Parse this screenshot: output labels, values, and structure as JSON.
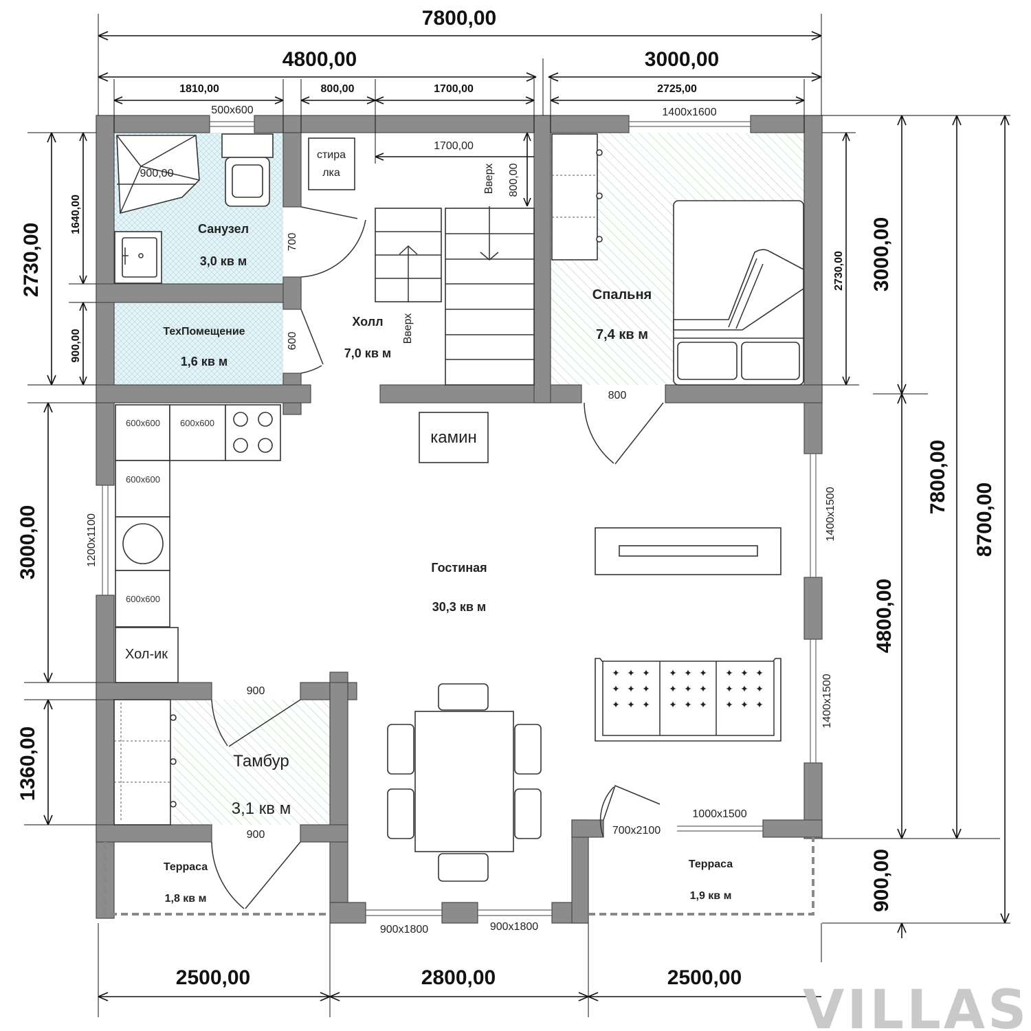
{
  "rooms": {
    "bathroom": {
      "name": "Санузел",
      "area": "3,0 кв м"
    },
    "utility": {
      "name": "ТехПомещение",
      "area": "1,6 кв м"
    },
    "hall": {
      "name": "Холл",
      "area": "7,0 кв м"
    },
    "bedroom": {
      "name": "Спальня",
      "area": "7,4 кв м"
    },
    "living": {
      "name": "Гостиная",
      "area": "30,3 кв м"
    },
    "vestibule": {
      "name": "Тамбур",
      "area": "3,1 кв м"
    },
    "terrace_left": {
      "name": "Терраса",
      "area": "1,8 кв м"
    },
    "terrace_right": {
      "name": "Терраса",
      "area": "1,9 кв м"
    }
  },
  "dimensions": {
    "top_total": "7800,00",
    "top_left": "4800,00",
    "top_right": "3000,00",
    "top_seg1": "1810,00",
    "top_seg2": "800,00",
    "top_seg3": "1700,00",
    "top_seg4": "2725,00",
    "stair_width": "1700,00",
    "stair_depth": "800,00",
    "shower": "900,00",
    "left_top": "2730,00",
    "left_bath": "1640,00",
    "left_tech": "900,00",
    "left_mid": "3000,00",
    "left_bottom": "1360,00",
    "right_bed_inner": "2730,00",
    "right_bed": "3000,00",
    "right_living": "4800,00",
    "right_total": "7800,00",
    "right_terrace": "900,00",
    "right_overall": "8700,00",
    "bottom_left": "2500,00",
    "bottom_mid": "2800,00",
    "bottom_right": "2500,00"
  },
  "openings": {
    "win_bath": "500x600",
    "win_bed": "1400x1600",
    "door_bath": "700",
    "door_tech": "600",
    "door_bed": "800",
    "win_kitchen": "1200x1100",
    "win_right_upper": "1400x1500",
    "win_right_lower": "1400x1500",
    "door_vest_top": "900",
    "door_vest_bottom": "900",
    "door_terrace": "700x2100",
    "win_terrace": "1000x1500",
    "win_bottom_left": "900x1800",
    "win_bottom_right": "900x1800"
  },
  "fixtures": {
    "washer": [
      "стира",
      "лка"
    ],
    "fireplace": "камин",
    "fridge": "Хол-ик",
    "stair_up_left": "Вверх",
    "stair_up_right": "Вверх",
    "cab1": "600x600",
    "cab2": "600x600",
    "cab3": "600x600",
    "cab4": "600x600"
  },
  "watermark": "VILLAS"
}
